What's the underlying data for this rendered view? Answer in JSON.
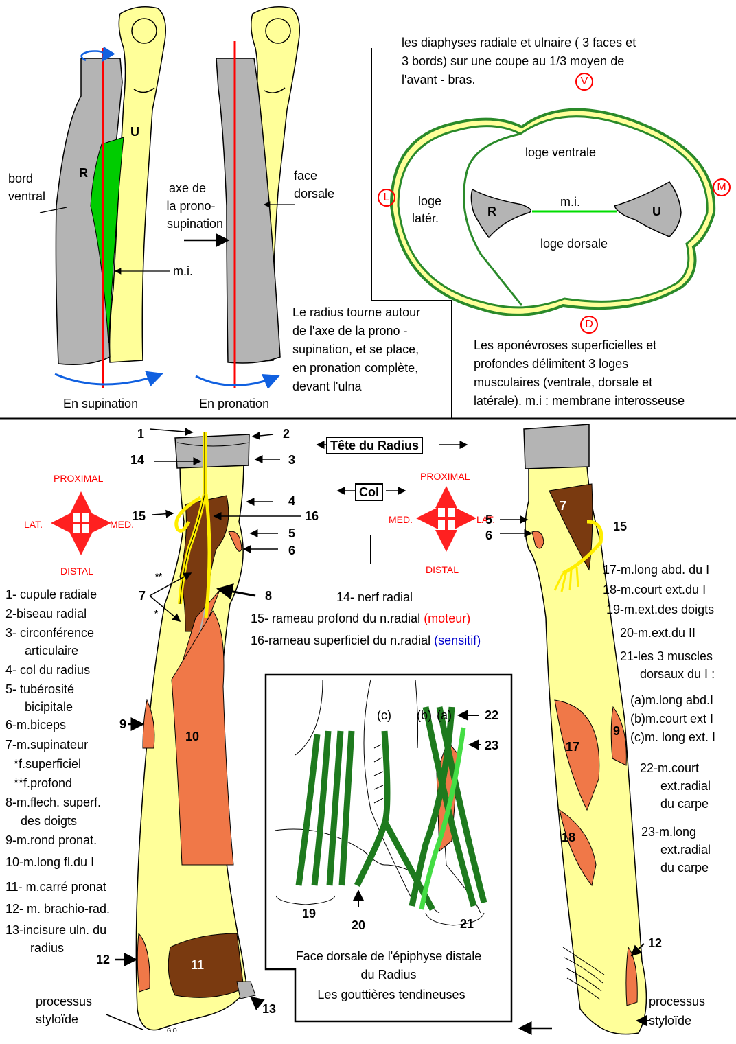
{
  "colors": {
    "bone_yellow": "#ffff99",
    "bone_grey": "#b4b4b4",
    "membrane_green": "#00cc00",
    "muscle_brown": "#7a3a10",
    "muscle_orange": "#f07848",
    "tendon_green": "#1e7a1e",
    "tendon_light": "#44dd44",
    "axis_red": "#ff0000",
    "rotation_blue": "#1060e0",
    "direction_red": "#ff2020"
  },
  "top_left": {
    "radius_letter": "R",
    "ulna_letter": "U",
    "bord_ventral": [
      "bord",
      "ventral"
    ],
    "axe": [
      "axe de",
      "la prono-",
      "supination"
    ],
    "face_dorsale": [
      "face",
      "dorsale"
    ],
    "mi": "m.i.",
    "caption_sup": "En supination",
    "caption_pro": "En pronation",
    "note": [
      "Le radius tourne autour",
      "de l'axe de la prono -",
      "supination, et se place,",
      "en pronation complète,",
      "devant l'ulna"
    ]
  },
  "top_right": {
    "intro": [
      "les diaphyses radiale et ulnaire ( 3 faces et",
      "3 bords) sur une coupe au 1/3 moyen de",
      "l'avant - bras."
    ],
    "marker_v": "V",
    "marker_l": "L",
    "marker_m": "M",
    "marker_d": "D",
    "loge_ventrale": "loge ventrale",
    "loge_dorsale": "loge dorsale",
    "loge_lat": [
      "loge",
      "latér."
    ],
    "mi": "m.i.",
    "r": "R",
    "u": "U",
    "note": [
      "Les aponévroses superficielles et",
      "profondes délimitent 3 loges",
      "musculaires (ventrale, dorsale et",
      "latérale). m.i : membrane interosseuse"
    ]
  },
  "center": {
    "tete": "Tête du Radius",
    "col": "Col",
    "proximal": "PROXIMAL",
    "distal": "DISTAL",
    "lat": "LAT.",
    "med": "MED.",
    "nerf14": "14- nerf radial",
    "r15": "15- rameau profond du n.radial",
    "r15_note": "(moteur)",
    "r16": "16-rameau superficiel du n.radial",
    "r16_note": "(sensitif)"
  },
  "legend_left": [
    "1- cupule radiale",
    "2-biseau radial",
    "3- circonférence",
    "articulaire",
    "4- col du radius",
    "5- tubérosité",
    "bicipitale",
    "6-m.biceps",
    "7-m.supinateur",
    "*f.superficiel",
    "**f.profond",
    "8-m.flech. superf.",
    "des doigts",
    "9-m.rond pronat.",
    "10-m.long fl.du I",
    "11- m.carré pronat",
    "12- m. brachio-rad.",
    "13-incisure uln. du",
    "radius"
  ],
  "legend_right": [
    "17-m.long abd. du I",
    "18-m.court ext.du I",
    "19-m.ext.des doigts",
    "20-m.ext.du II",
    "21-les 3 muscles",
    "dorsaux du I :",
    "(a)m.long abd.I",
    "(b)m.court ext I",
    "(c)m. long ext. I",
    "22-m.court",
    "ext.radial",
    "du carpe",
    "23-m.long",
    "ext.radial",
    "du carpe"
  ],
  "bottom_labels": {
    "n1": "1",
    "n2": "2",
    "n3": "3",
    "n4": "4",
    "n5": "5",
    "n6": "6",
    "n7": "7",
    "n8": "8",
    "n9": "9",
    "n10": "10",
    "n11": "11",
    "n12": "12",
    "n13": "13",
    "n14": "14",
    "n15": "15",
    "n16": "16",
    "n17": "17",
    "n18": "18",
    "n19": "19",
    "n20": "20",
    "n21": "21",
    "n22": "22",
    "n23": "23",
    "star1": "*",
    "star2": "**",
    "proc_left": [
      "processus",
      "styloïde"
    ],
    "proc_right": [
      "processus",
      "styloïde"
    ],
    "go": "G.O",
    "a": "(a)",
    "b": "(b)",
    "c": "(c)"
  },
  "inset_caption": [
    "Face dorsale de l'épiphyse distale",
    "du Radius",
    "Les gouttières tendineuses"
  ]
}
